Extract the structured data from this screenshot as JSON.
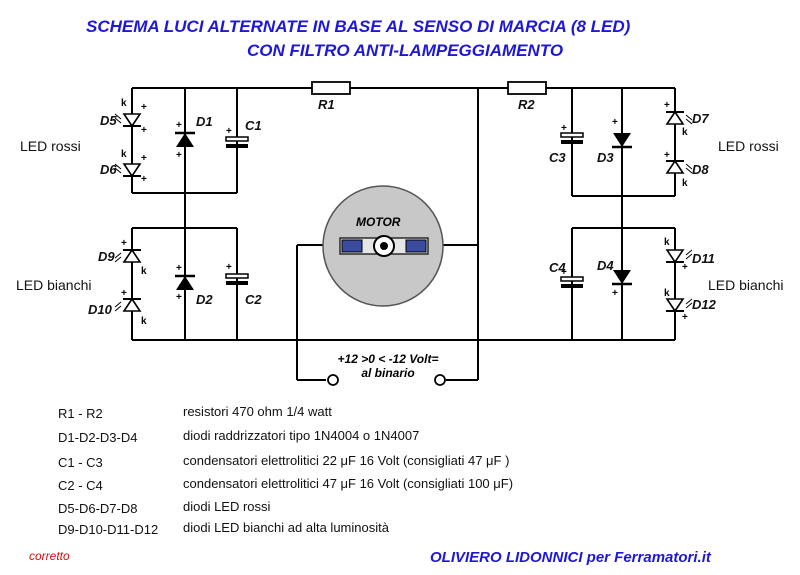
{
  "title": "SCHEMA LUCI ALTERNATE IN BASE AL SENSO DI MARCIA (8 LED)",
  "subtitle": "CON FILTRO ANTI-LAMPEGGIAMENTO",
  "groups": {
    "left_red": "LED rossi",
    "left_white": "LED bianchi",
    "right_red": "LED rossi",
    "right_white": "LED bianchi"
  },
  "components": {
    "r1": "R1",
    "r2": "R2",
    "d1": "D1",
    "d2": "D2",
    "d3": "D3",
    "d4": "D4",
    "d5": "D5",
    "d6": "D6",
    "d7": "D7",
    "d8": "D8",
    "d9": "D9",
    "d10": "D10",
    "d11": "D11",
    "d12": "D12",
    "c1": "C1",
    "c2": "C2",
    "c3": "C3",
    "c4": "C4"
  },
  "motor_label": "MOTOR",
  "track_line1": "+12 >0 < -12 Volt=",
  "track_line2": "al binario",
  "legend": [
    {
      "key": "R1 - R2",
      "value": "resistori  470 ohm  1/4 watt"
    },
    {
      "key": "D1-D2-D3-D4",
      "value": "diodi raddrizzatori tipo 1N4004 o 1N4007"
    },
    {
      "key": "C1 - C3",
      "value": "condensatori elettrolitici 22 μF 16 Volt (consigliati  47 μF )"
    },
    {
      "key": "C2 - C4",
      "value": "condensatori elettrolitici 47 μF 16 Volt (consigliati 100 μF)"
    },
    {
      "key": "D5-D6-D7-D8",
      "value": "diodi LED rossi"
    },
    {
      "key": "D9-D10-D11-D12",
      "value": "diodi LED bianchi ad alta luminosità"
    }
  ],
  "note": "corretto",
  "author": "OLIVIERO LIDONNICI per Ferramatori.it",
  "colors": {
    "title": "#1f17d6",
    "note": "#d01010",
    "wire": "#000000"
  }
}
